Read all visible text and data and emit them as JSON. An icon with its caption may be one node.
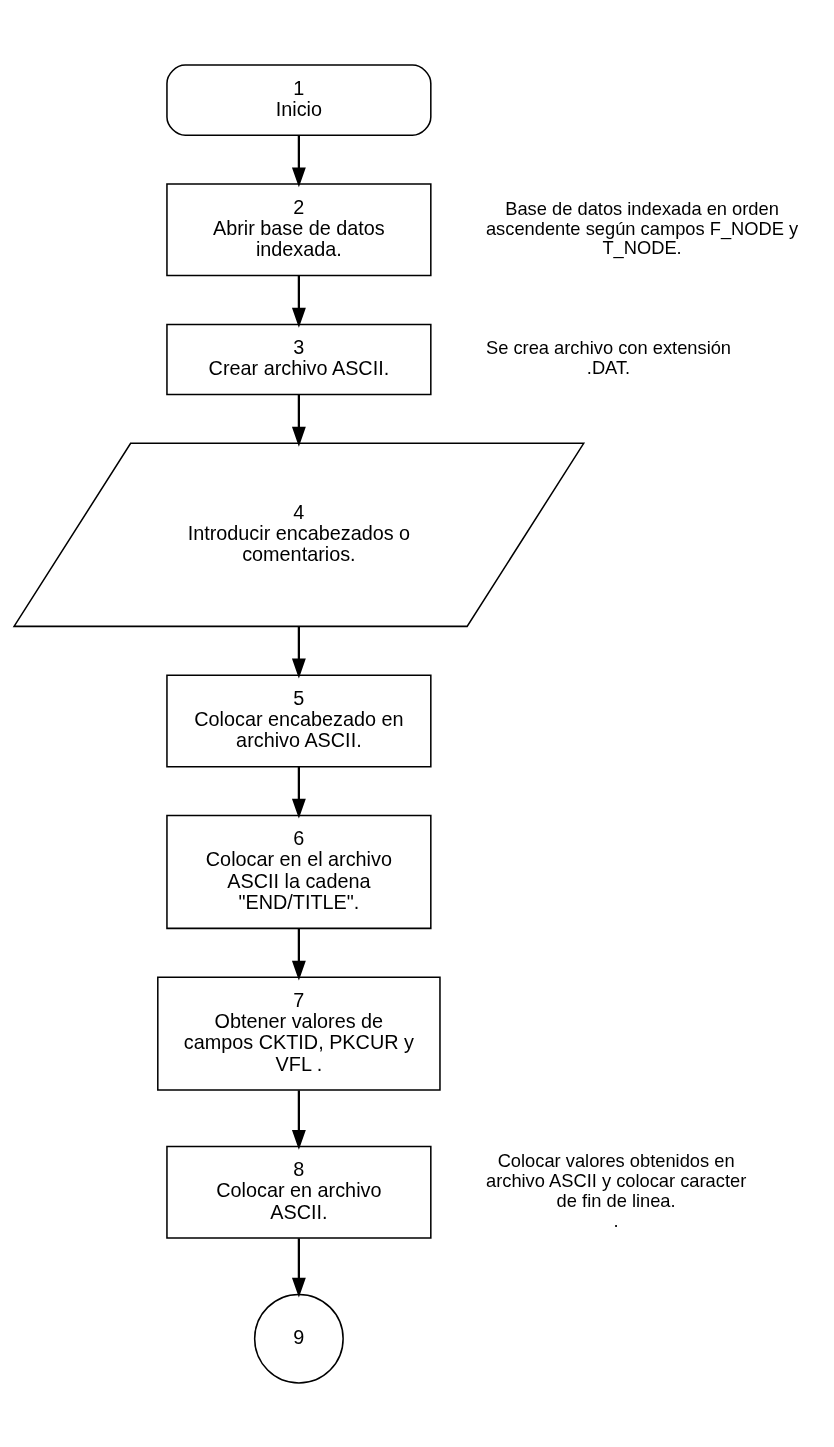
{
  "diagram": {
    "nodes": [
      {
        "text": [
          "1",
          "Inicio"
        ]
      },
      {
        "text": [
          "2",
          "Abrir base de datos indexada."
        ],
        "beside": [
          "Base de datos indexada en orden ascendente según campos F_NODE y T_NODE."
        ]
      },
      {
        "text": [
          "3",
          "Crear archivo ASCII."
        ],
        "beside": [
          "Se crea archivo con extensión .DAT."
        ]
      },
      {
        "text": [
          "4",
          "Introducir encabezados o comentarios."
        ]
      },
      {
        "text": [
          "5",
          "Colocar encabezado en archivo ASCII."
        ]
      },
      {
        "text": [
          "6",
          "Colocar en el archivo ASCII la cadena \"END/TITLE\"."
        ]
      },
      {
        "text": [
          "7",
          "Obtener valores de campos CKTID, PKCUR y VFL ."
        ]
      },
      {
        "text": [
          "8",
          "Colocar en archivo ASCII."
        ],
        "beside": [
          "Colocar valores obtenidos en archivo ASCII y colocar caracter de fin de linea.",
          "."
        ]
      },
      {
        "text": [
          "9"
        ]
      }
    ],
    "edges": [
      {
        "from": 0,
        "to": 1,
        "arrow": "to"
      },
      {
        "from": 1,
        "to": 2,
        "arrow": "to"
      },
      {
        "from": 2,
        "to": 3,
        "arrow": "to"
      },
      {
        "from": 3,
        "to": 4,
        "arrow": "to"
      },
      {
        "from": 4,
        "to": 5,
        "arrow": "to"
      },
      {
        "from": 5,
        "to": 6,
        "arrow": "to"
      },
      {
        "from": 6,
        "to": 7,
        "arrow": "to"
      },
      {
        "from": 7,
        "to": 8,
        "arrow": "to"
      }
    ]
  }
}
